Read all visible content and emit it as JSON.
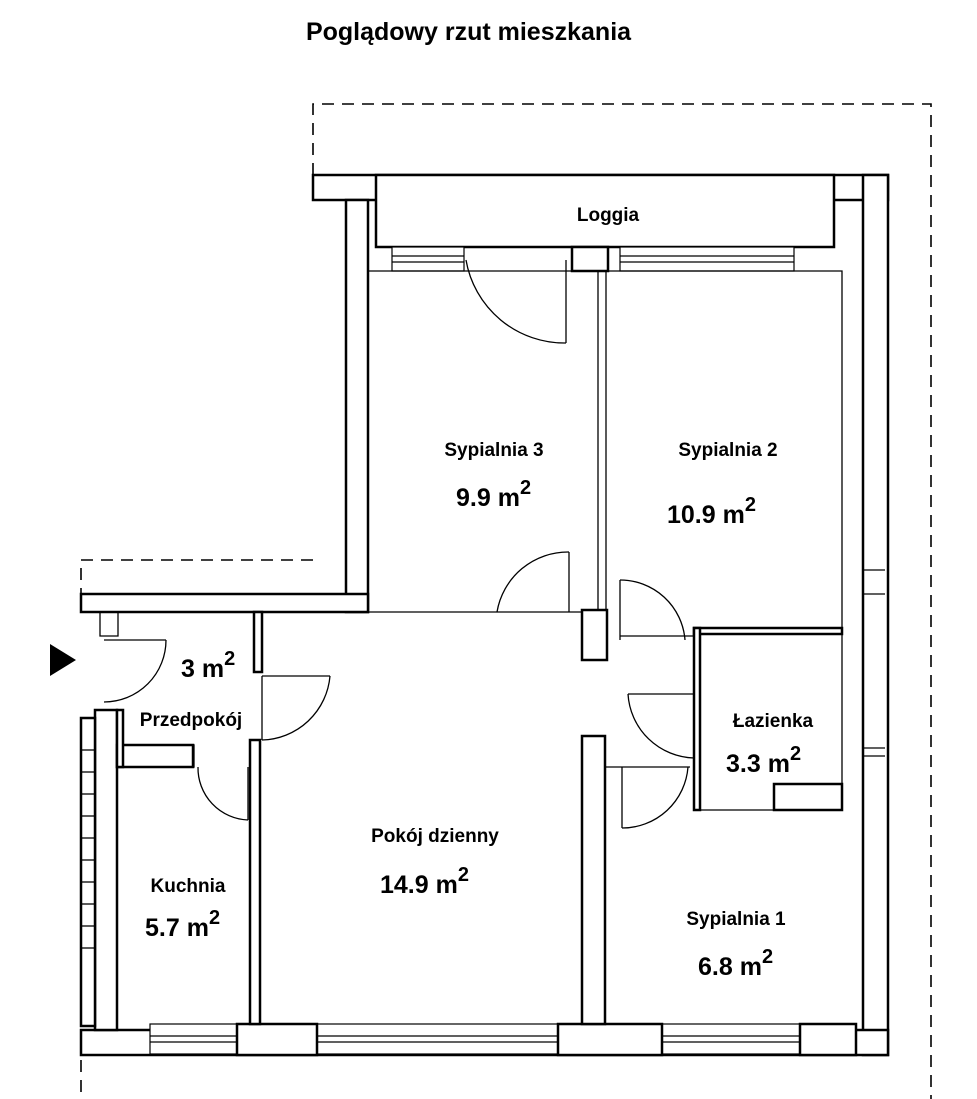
{
  "title": "Poglądowy rzut mieszkania",
  "area_unit": "m",
  "area_exponent": "2",
  "rooms": [
    {
      "name": "Loggia",
      "area": ""
    },
    {
      "name": "Sypialnia 3",
      "area": "9.9"
    },
    {
      "name": "Sypialnia 2",
      "area": "10.9"
    },
    {
      "name": "Przedpokój",
      "area": "3"
    },
    {
      "name": "Łazienka",
      "area": "3.3"
    },
    {
      "name": "Pokój dzienny",
      "area": "14.9"
    },
    {
      "name": "Kuchnia",
      "area": "5.7"
    },
    {
      "name": "Sypialnia 1",
      "area": "6.8"
    }
  ]
}
